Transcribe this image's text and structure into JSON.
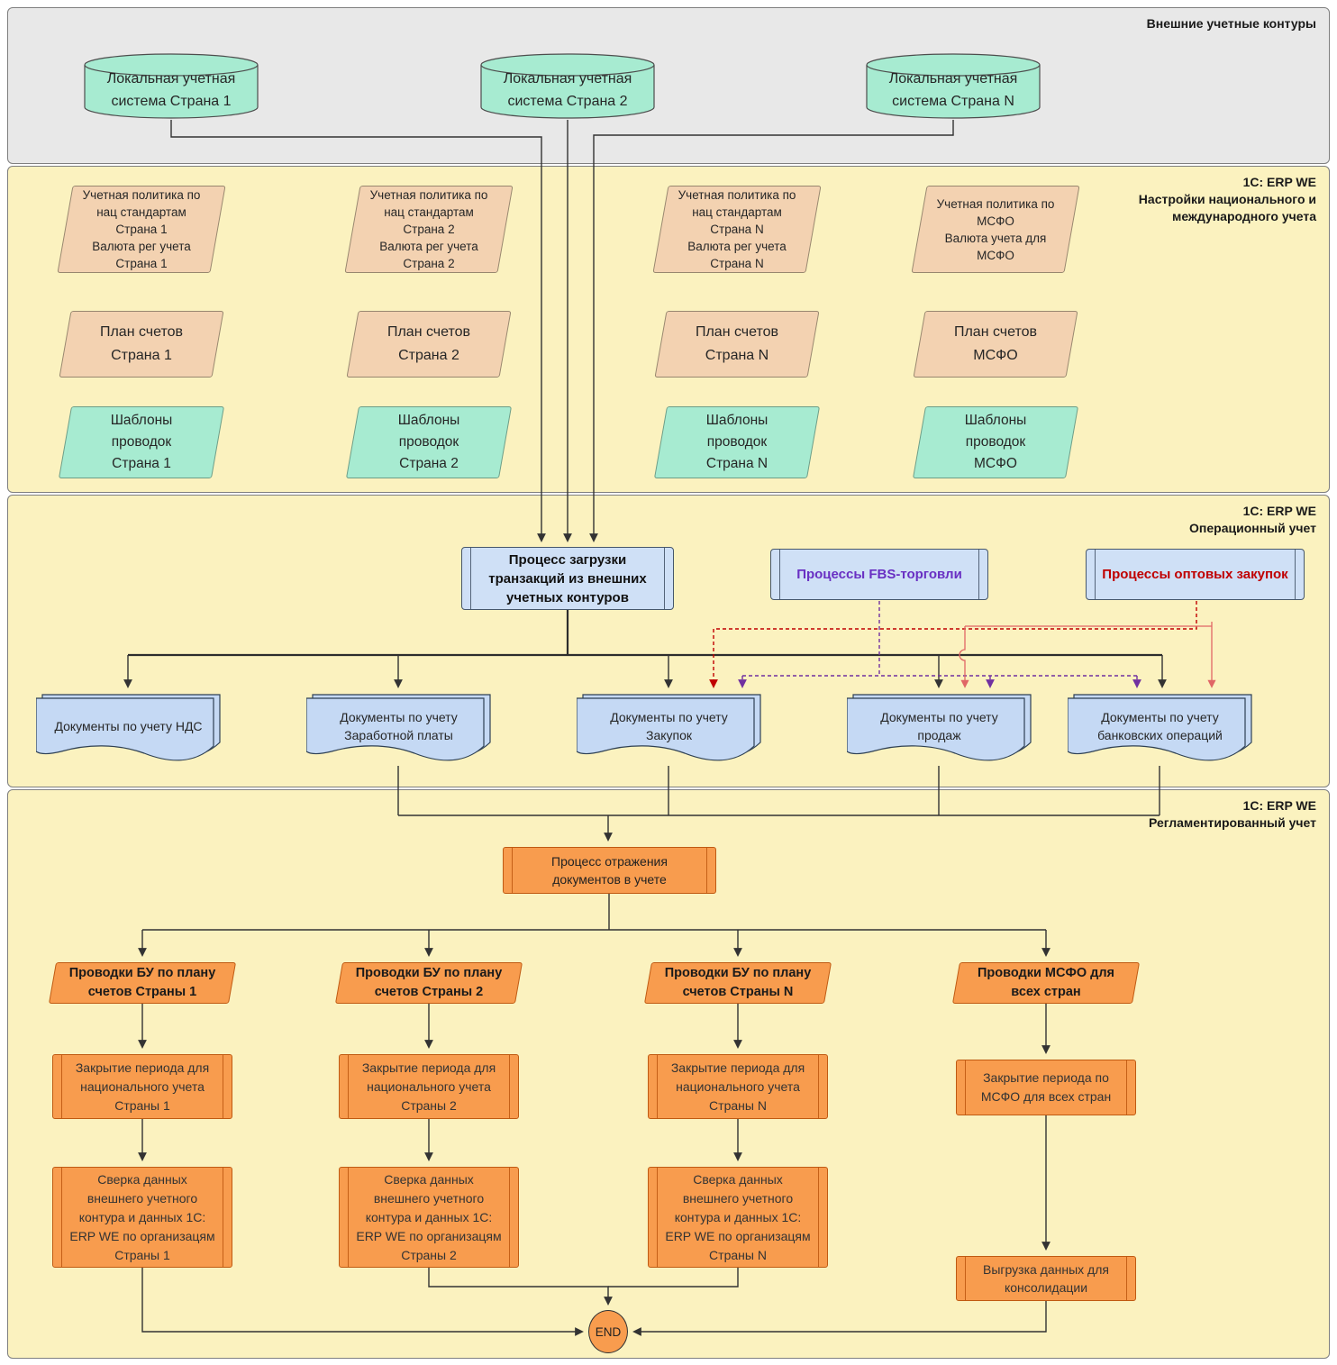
{
  "palette": {
    "band_external_bg": "#e8e8e8",
    "band_yellow_bg": "#fbf2bf",
    "green_fill": "#a7ebd1",
    "tan_fill": "#f3d2b1",
    "blue_fill": "#cfe0f6",
    "orange_fill": "#f89c4e",
    "fbs_text": "#6930c3",
    "wholesale_text": "#c00000",
    "purple_dash": "#7030a0",
    "red_dash": "#c00000",
    "salmon_line": "#e06666"
  },
  "bands": {
    "external": {
      "title": "Внешние учетные контуры"
    },
    "settings": {
      "title": "1C: ERP WE\nНастройки национального и\nмеждународного учета"
    },
    "operational": {
      "title": "1C: ERP WE\nОперационный учет"
    },
    "regulated": {
      "title": "1C: ERP WE\nРегламентированный учет"
    }
  },
  "nodes": {
    "sys1": "Локальная учетная\nсистема Страна 1",
    "sys2": "Локальная учетная\nсистема Страна 2",
    "sys_n": "Локальная учетная\nсистема Страна N",
    "policy1": "Учетная политика по\nнац стандартам\nСтрана 1\nВалюта рег учета\nСтрана 1",
    "policy2": "Учетная политика по\nнац стандартам\nСтрана 2\nВалюта рег учета\nСтрана 2",
    "policy_n": "Учетная политика по\nнац стандартам\nСтрана N\nВалюта рег учета\nСтрана N",
    "policy_ifrs": "Учетная политика по\nМСФО\nВалюта учета для\nМСФО",
    "plan1": "План счетов\nСтрана 1",
    "plan2": "План счетов\nСтрана 2",
    "plan_n": "План счетов\nСтрана N",
    "plan_ifrs": "План счетов\nМСФО",
    "tpl1": "Шаблоны\nпроводок\nСтрана 1",
    "tpl2": "Шаблоны\nпроводок\nСтрана 2",
    "tpl_n": "Шаблоны\nпроводок\nСтрана N",
    "tpl_ifrs": "Шаблоны\nпроводок\nМСФО",
    "load_process": "Процесс загрузки\nтранзакций из внешних\nучетных контуров",
    "fbs_process": "Процессы FBS-торговли",
    "wholesale_process": "Процессы оптовых закупок",
    "doc_vat": "Документы по учету НДС",
    "doc_salary": "Документы по учету\nЗаработной платы",
    "doc_purchase": "Документы по учету\nЗакупок",
    "doc_sales": "Документы по учету\nпродаж",
    "doc_bank": "Документы по учету\nбанковских операций",
    "reflect_process": "Процесс отражения\nдокументов в учете",
    "post1": "Проводки БУ по плану\nсчетов Страны 1",
    "post2": "Проводки БУ по плану\nсчетов Страны 2",
    "post_n": "Проводки БУ по плану\nсчетов Страны N",
    "post_ifrs": "Проводки МСФО для\nвсех стран",
    "close1": "Закрытие периода для\nнационального учета\nСтраны 1",
    "close2": "Закрытие периода для\nнационального учета\nСтраны 2",
    "close_n": "Закрытие периода для\nнационального учета\nСтраны N",
    "close_ifrs": "Закрытие периода по\nМСФО для всех стран",
    "rec1": "Сверка данных\nвнешнего учетного\nконтура и данных 1С:\nERP WE по организацям\nСтраны 1",
    "rec2": "Сверка данных\nвнешнего учетного\nконтура и данных 1С:\nERP WE по организацям\nСтраны 2",
    "rec_n": "Сверка данных\nвнешнего учетного\nконтура и данных 1С:\nERP WE по организацям\nСтраны N",
    "upload": "Выгрузка данных для\nконсолидации",
    "end": "END"
  }
}
